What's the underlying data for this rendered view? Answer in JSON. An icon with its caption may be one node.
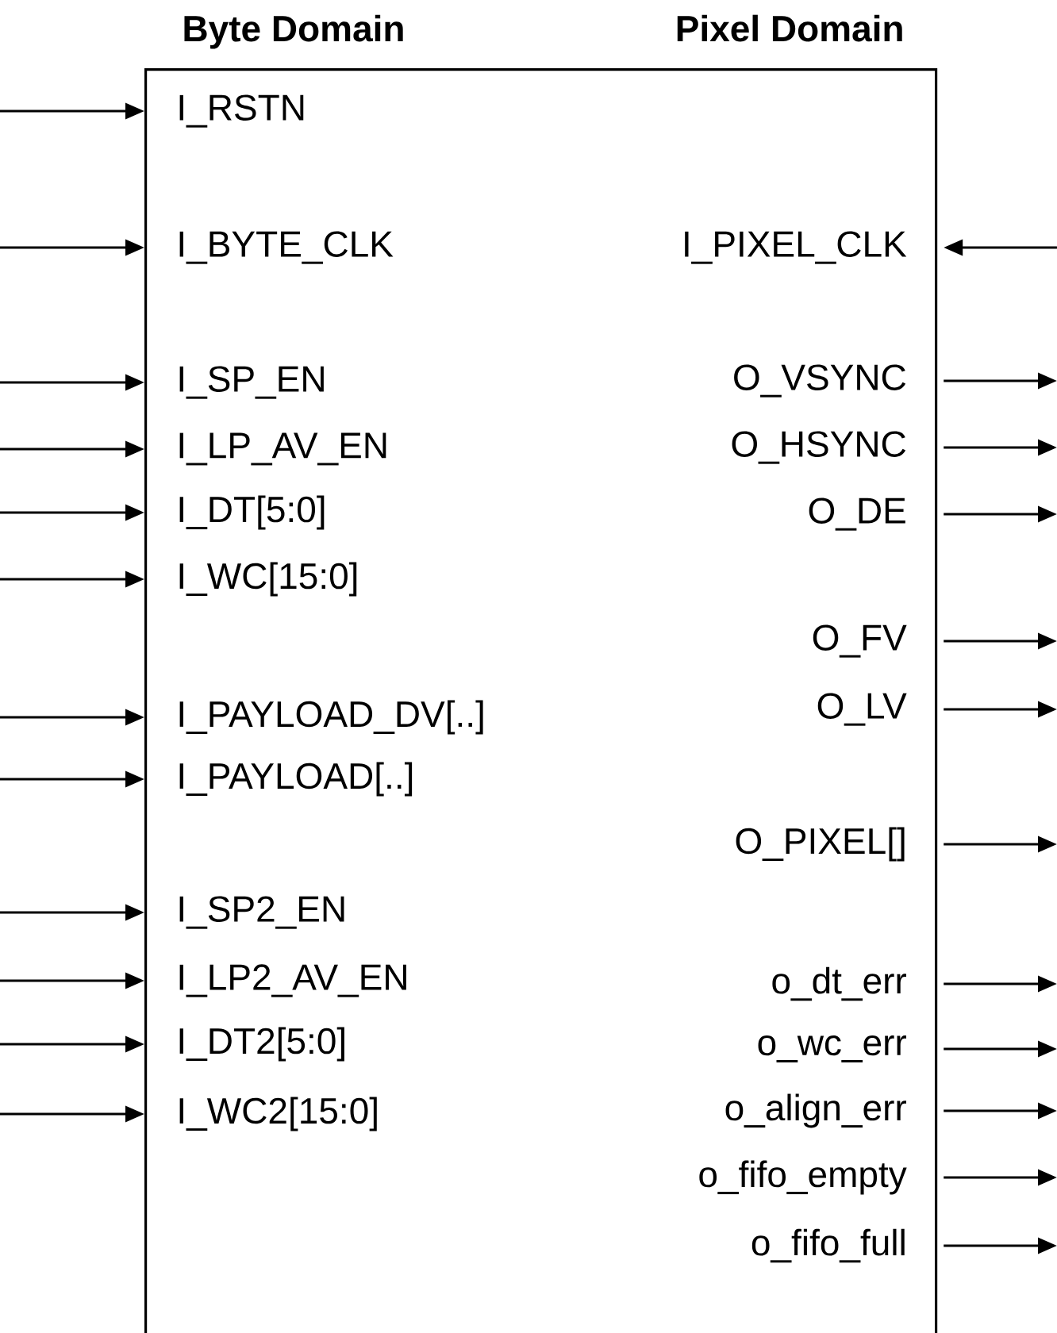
{
  "diagram": {
    "nodes": [
      {
        "text": [
          "Byte Domain",
          "Pixel Domain"
        ]
      },
      {
        "text": [
          "I_RSTN"
        ],
        "in": 0
      },
      {
        "text": [
          "I_BYTE_CLK"
        ],
        "in": 0
      },
      {
        "text": [
          "I_SP_EN"
        ],
        "in": 0
      },
      {
        "text": [
          "I_LP_AV_EN"
        ],
        "in": 0
      },
      {
        "text": [
          "I_DT[5:0]"
        ],
        "in": 0
      },
      {
        "text": [
          "I_WC[15:0]"
        ],
        "in": 0
      },
      {
        "text": [
          "I_PAYLOAD_DV[..]"
        ],
        "in": 0
      },
      {
        "text": [
          "I_PAYLOAD[..]"
        ],
        "in": 0
      },
      {
        "text": [
          "I_SP2_EN"
        ],
        "in": 0
      },
      {
        "text": [
          "I_LP2_AV_EN"
        ],
        "in": 0
      },
      {
        "text": [
          "I_DT2[5:0]"
        ],
        "in": 0
      },
      {
        "text": [
          "I_WC2[15:0]"
        ],
        "in": 0
      },
      {
        "text": [
          "I_PIXEL_CLK"
        ],
        "in": 0
      },
      {
        "text": [
          "O_VSYNC"
        ],
        "in": 0
      },
      {
        "text": [
          "O_HSYNC"
        ],
        "in": 0
      },
      {
        "text": [
          "O_DE"
        ],
        "in": 0
      },
      {
        "text": [
          "O_FV"
        ],
        "in": 0
      },
      {
        "text": [
          "O_LV"
        ],
        "in": 0
      },
      {
        "text": [
          "O_PIXEL[]"
        ],
        "in": 0
      },
      {
        "text": [
          "o_dt_err"
        ],
        "in": 0
      },
      {
        "text": [
          "o_wc_err"
        ],
        "in": 0
      },
      {
        "text": [
          "o_align_err"
        ],
        "in": 0
      },
      {
        "text": [
          "o_fifo_empty"
        ],
        "in": 0
      },
      {
        "text": [
          "o_fifo_full"
        ],
        "in": 0
      }
    ],
    "edges": [
      {
        "from": null,
        "to": 1,
        "arrow": "to"
      },
      {
        "from": null,
        "to": 2,
        "arrow": "to"
      },
      {
        "from": null,
        "to": 3,
        "arrow": "to"
      },
      {
        "from": null,
        "to": 4,
        "arrow": "to"
      },
      {
        "from": null,
        "to": 5,
        "arrow": "to"
      },
      {
        "from": null,
        "to": 6,
        "arrow": "to"
      },
      {
        "from": null,
        "to": 7,
        "arrow": "to"
      },
      {
        "from": null,
        "to": 8,
        "arrow": "to"
      },
      {
        "from": null,
        "to": 9,
        "arrow": "to"
      },
      {
        "from": null,
        "to": 10,
        "arrow": "to"
      },
      {
        "from": null,
        "to": 11,
        "arrow": "to"
      },
      {
        "from": null,
        "to": 12,
        "arrow": "to"
      },
      {
        "from": null,
        "to": 13,
        "arrow": "to"
      },
      {
        "from": 14,
        "to": null,
        "arrow": "to"
      },
      {
        "from": 15,
        "to": null,
        "arrow": "to"
      },
      {
        "from": 16,
        "to": null,
        "arrow": "to"
      },
      {
        "from": 17,
        "to": null,
        "arrow": "to"
      },
      {
        "from": 18,
        "to": null,
        "arrow": "to"
      },
      {
        "from": 19,
        "to": null,
        "arrow": "to"
      },
      {
        "from": 20,
        "to": null,
        "arrow": "to"
      },
      {
        "from": 21,
        "to": null,
        "arrow": "to"
      },
      {
        "from": 22,
        "to": null,
        "arrow": "to"
      },
      {
        "from": 23,
        "to": null,
        "arrow": "to"
      },
      {
        "from": 24,
        "to": null,
        "arrow": "to"
      }
    ]
  }
}
